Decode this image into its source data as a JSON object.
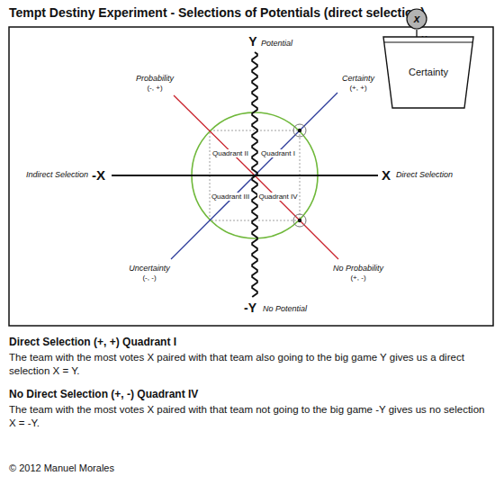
{
  "diagram": {
    "title": "Tempt Destiny Experiment - Selections of Potentials (direct selection)",
    "nodes": [
      {
        "text": [
          "x"
        ]
      },
      {
        "text": [
          "Certainty"
        ]
      }
    ],
    "labels": [
      "Y",
      "Potential",
      "Indirect Selection",
      "-X",
      "X",
      "Direct Selection",
      "Probability",
      "(-, +)",
      "Certainty",
      "(+, +)",
      "Quadrant II",
      "Quadrant I",
      "Quadrant III",
      "Quadrant IV",
      "Uncertainty",
      "(-, -)",
      "No Probability",
      "(+, -)",
      "-Y",
      "No Potential",
      "y",
      "Direct Selection (+, +) Quadrant I",
      "The team with the most votes X paired with that team also going to the big game Y gives us a direct selection X = Y.",
      "No Direct Selection (+, -) Quadrant IV",
      "The team with the most votes X paired with that team not going to the big game -Y gives us no selection X = -Y.",
      "© 2012 Manuel Morales"
    ]
  }
}
